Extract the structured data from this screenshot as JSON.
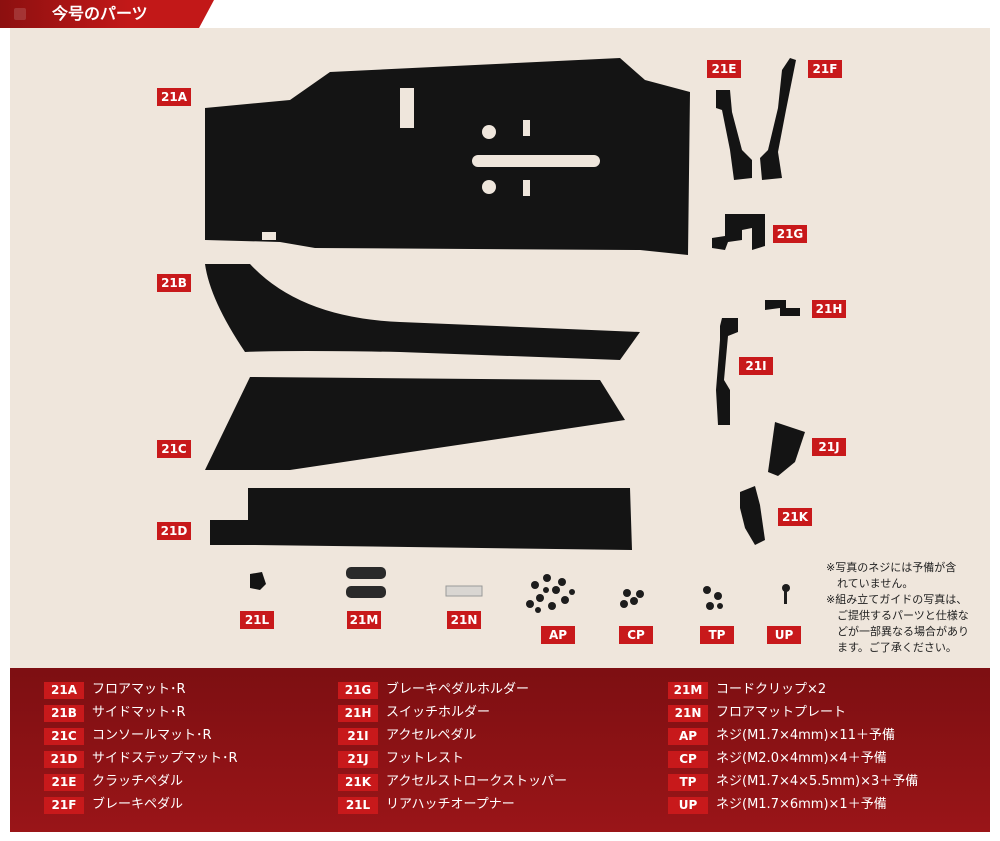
{
  "header": {
    "title": "今号のパーツ"
  },
  "photo_labels": {
    "21A": "21A",
    "21B": "21B",
    "21C": "21C",
    "21D": "21D",
    "21E": "21E",
    "21F": "21F",
    "21G": "21G",
    "21H": "21H",
    "21I": "21I",
    "21J": "21J",
    "21K": "21K",
    "21L": "21L",
    "21M": "21M",
    "21N": "21N",
    "AP": "AP",
    "CP": "CP",
    "TP": "TP",
    "UP": "UP"
  },
  "note": {
    "line1": "※写真のネジには予備が含",
    "line2": "　れていません。",
    "line3": "※組み立てガイドの写真は、",
    "line4": "　ご提供するパーツと仕様な",
    "line5": "　どが一部異なる場合があり",
    "line6": "　ます。ご了承ください。"
  },
  "parts_list": {
    "col1": [
      {
        "code": "21A",
        "name": "フロアマット･R"
      },
      {
        "code": "21B",
        "name": "サイドマット･R"
      },
      {
        "code": "21C",
        "name": "コンソールマット･R"
      },
      {
        "code": "21D",
        "name": "サイドステップマット･R"
      },
      {
        "code": "21E",
        "name": "クラッチペダル"
      },
      {
        "code": "21F",
        "name": "ブレーキペダル"
      }
    ],
    "col2": [
      {
        "code": "21G",
        "name": "ブレーキペダルホルダー"
      },
      {
        "code": "21H",
        "name": "スイッチホルダー"
      },
      {
        "code": "21I",
        "name": "アクセルペダル"
      },
      {
        "code": "21J",
        "name": "フットレスト"
      },
      {
        "code": "21K",
        "name": "アクセルストロークストッパー"
      },
      {
        "code": "21L",
        "name": "リアハッチオープナー"
      }
    ],
    "col3": [
      {
        "code": "21M",
        "name": "コードクリップ×2"
      },
      {
        "code": "21N",
        "name": "フロアマットプレート"
      },
      {
        "code": "AP",
        "name": "ネジ(M1.7×4mm)×11＋予備"
      },
      {
        "code": "CP",
        "name": "ネジ(M2.0×4mm)×4＋予備"
      },
      {
        "code": "TP",
        "name": "ネジ(M1.7×4×5.5mm)×3＋予備"
      },
      {
        "code": "UP",
        "name": "ネジ(M1.7×6mm)×1＋予備"
      }
    ]
  },
  "colors": {
    "accent": "#c8191b",
    "panel": "#8a1113",
    "photo_bg": "#efe6dc"
  }
}
